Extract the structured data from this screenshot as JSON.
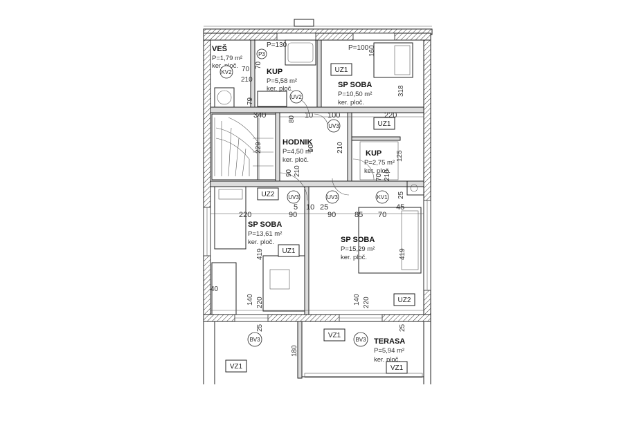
{
  "rooms": [
    {
      "name": "VEŠ",
      "area": "P=1,79 m²",
      "finish": "ker. ploč."
    },
    {
      "name": "KUP",
      "area": "P=5,58 m²",
      "finish": "ker. ploč."
    },
    {
      "name": "SP SOBA",
      "area": "P=10,50 m²",
      "finish": "ker. ploč."
    },
    {
      "name": "HODNIK",
      "area": "P=4,50 m²",
      "finish": "ker. ploč."
    },
    {
      "name": "KUP",
      "area": "P=2,75 m²",
      "finish": "ker. ploč."
    },
    {
      "name": "SP SOBA",
      "area": "P=13,61 m²",
      "finish": "ker. ploč."
    },
    {
      "name": "SP SOBA",
      "area": "P=15,29 m²",
      "finish": "ker. ploč."
    },
    {
      "name": "TERASA",
      "area": "P=5,94 m²",
      "finish": "ker. ploč."
    }
  ],
  "tags": [
    "UZ1",
    "UZ1",
    "UZ2",
    "UZ1",
    "UZ2",
    "VZ1",
    "VZ1",
    "VZ1"
  ],
  "circles": [
    "KV2",
    "P3",
    "UV2",
    "UV3",
    "UV3",
    "UV3",
    "KV1",
    "BV3",
    "BV3"
  ],
  "dims": [
    "340",
    "10",
    "100",
    "220",
    "220",
    "90",
    "5",
    "10",
    "25",
    "90",
    "85",
    "70",
    "45",
    "P=130",
    "P=100",
    "70",
    "210",
    "79",
    "160",
    "318",
    "229",
    "90",
    "210",
    "90",
    "210",
    "125",
    "70",
    "210",
    "25",
    "419",
    "419",
    "140",
    "220",
    "140",
    "220",
    "25",
    "25",
    "180",
    "40",
    "70",
    "80"
  ]
}
